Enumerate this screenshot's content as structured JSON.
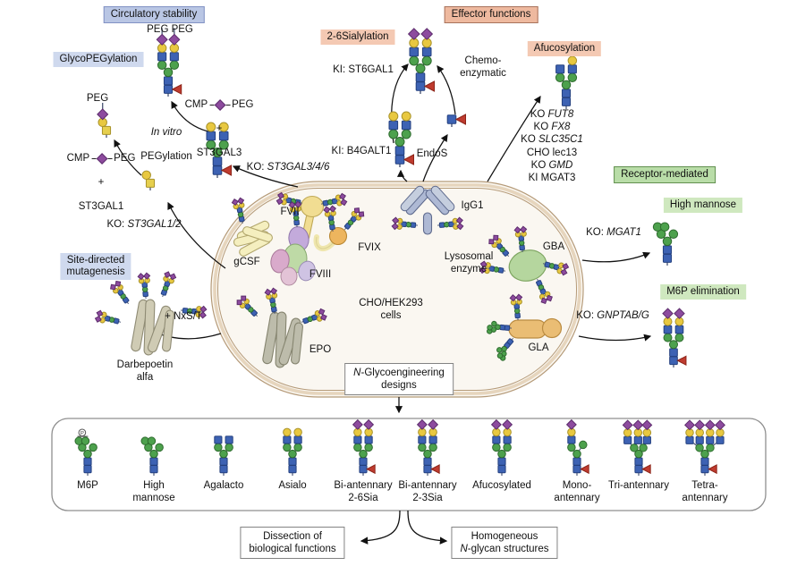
{
  "top_left": {
    "circulatory_stability": "Circulatory stability",
    "glycopegylation": "GlycoPEGylation",
    "peg_peg": "PEG PEG",
    "peg": "PEG",
    "cmp": "CMP",
    "plus": "+",
    "st3gal1": "ST3GAL1",
    "st3gal3": "ST3GAL3",
    "in_vitro": "In vitro",
    "pegylation": "PEGylation",
    "ko_st3gal346_prefix": "KO: ",
    "ko_st3gal346_gene": "ST3GAL3/4/6",
    "ko_st3gal12_prefix": "KO: ",
    "ko_st3gal12_gene": "ST3GAL1/2",
    "site_directed": "Site-directed\nmutagenesis",
    "darbepoetin": "Darbepoetin\nalfa",
    "nxst": "+ NxS/T"
  },
  "top_middle": {
    "sialylation_2_6": "2-6Sialylation",
    "effector_functions": "Effector functions",
    "ki_st6gal1": "KI: ST6GAL1",
    "chemo_enzymatic": "Chemo-\nenzymatic",
    "ki_b4galt1": "KI: B4GALT1",
    "endos": "EndoS"
  },
  "top_right": {
    "afucosylation": "Afucosylation",
    "ko_list": [
      {
        "prefix": "KO ",
        "gene": "FUT8",
        "italic": true
      },
      {
        "prefix": "KO ",
        "gene": "FX8",
        "italic": true
      },
      {
        "prefix": "KO ",
        "gene": "SLC35C1",
        "italic": true
      },
      {
        "prefix": "CHO ",
        "gene": "lec13",
        "italic": false
      },
      {
        "prefix": "KO ",
        "gene": "GMD",
        "italic": true
      },
      {
        "prefix": "KI ",
        "gene": "MGAT3",
        "italic": false
      }
    ],
    "receptor_mediated": "Receptor-mediated",
    "high_mannose": "High mannose",
    "ko_mgat1_prefix": "KO: ",
    "ko_mgat1_gene": "MGAT1",
    "m6p_elimination": "M6P elimination",
    "ko_gnptab_prefix": "KO: ",
    "ko_gnptab_gene": "GNPTAB/G"
  },
  "cell": {
    "line1": "CHO/HEK293",
    "line2": "cells",
    "lysosomal": "Lysosomal\nenzyme",
    "proteins": {
      "fvii": "FVII",
      "fvix": "FVIX",
      "gcsf": "gCSF",
      "fviii": "FVIII",
      "epo": "EPO",
      "igg1": "IgG1",
      "gba": "GBA",
      "gla": "GLA"
    }
  },
  "designs_box": {
    "n": "N",
    "rest": "-Glycoengineering",
    "line2": "designs"
  },
  "bottom_row": [
    {
      "label": "M6P",
      "type": "m6p"
    },
    {
      "label": "High\nmannose",
      "type": "himan"
    },
    {
      "label": "Agalacto",
      "type": "agalacto"
    },
    {
      "label": "Asialo",
      "type": "asialo"
    },
    {
      "label": "Bi-antennary\n2-6Sia",
      "type": "bi_sia_f"
    },
    {
      "label": "Bi-antennary\n2-3Sia",
      "type": "bi_sia_f"
    },
    {
      "label": "Afucosylated",
      "type": "bi_sia"
    },
    {
      "label": "Mono-\nantennary",
      "type": "mono_f"
    },
    {
      "label": "Tri-antennary",
      "type": "tri_f"
    },
    {
      "label": "Tetra-\nantennary",
      "type": "tetra_f"
    }
  ],
  "outcomes": {
    "dissection": "Dissection of\nbiological functions",
    "homogeneous_line1": "Homogeneous",
    "homogeneous_n": "N",
    "homogeneous_rest": "-glycan structures"
  },
  "glyph_colors": {
    "glcnac_blue": "#3d62b3",
    "mannose_green": "#4da14d",
    "galactose_yellow": "#e8c840",
    "sialic_acid_purple": "#8d4b9e",
    "fucose_red": "#bf3b2f",
    "galnac_yellow_square": "#e6cf4e"
  }
}
